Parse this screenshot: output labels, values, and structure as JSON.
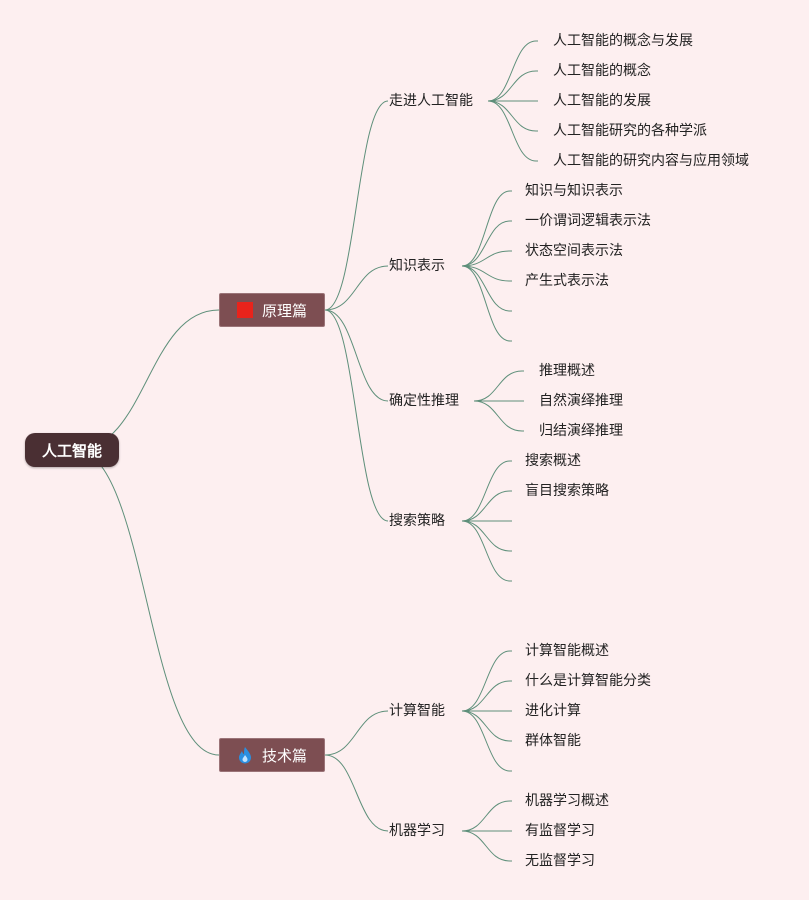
{
  "root": "人工智能",
  "branches": [
    {
      "label": "原理篇",
      "icon": "red-square-icon",
      "topics": [
        {
          "label": "走进人工智能",
          "children": [
            "人工智能的概念与发展",
            "人工智能的概念",
            "人工智能的发展",
            "人工智能研究的各种学派",
            "人工智能的研究内容与应用领域"
          ]
        },
        {
          "label": "知识表示",
          "children": [
            "知识与知识表示",
            "一价谓词逻辑表示法",
            "状态空间表示法",
            "产生式表示法",
            "",
            ""
          ]
        },
        {
          "label": "确定性推理",
          "children": [
            "推理概述",
            "自然演绎推理",
            "归结演绎推理"
          ]
        },
        {
          "label": "搜索策略",
          "children": [
            "搜索概述",
            "盲目搜索策略",
            "",
            "",
            ""
          ]
        }
      ]
    },
    {
      "label": "技术篇",
      "icon": "flame-icon",
      "topics": [
        {
          "label": "计算智能",
          "children": [
            "计算智能概述",
            "什么是计算智能分类",
            "进化计算",
            "群体智能",
            ""
          ]
        },
        {
          "label": "机器学习",
          "children": [
            "机器学习概述",
            "有监督学习",
            "无监督学习"
          ]
        }
      ]
    }
  ],
  "colors": {
    "background": "#fdeff0",
    "root": "#4a2f33",
    "branch": "#7d4e52",
    "line": "#5e8f7a",
    "flame": "#2b8fe0",
    "square": "#e8231c"
  }
}
